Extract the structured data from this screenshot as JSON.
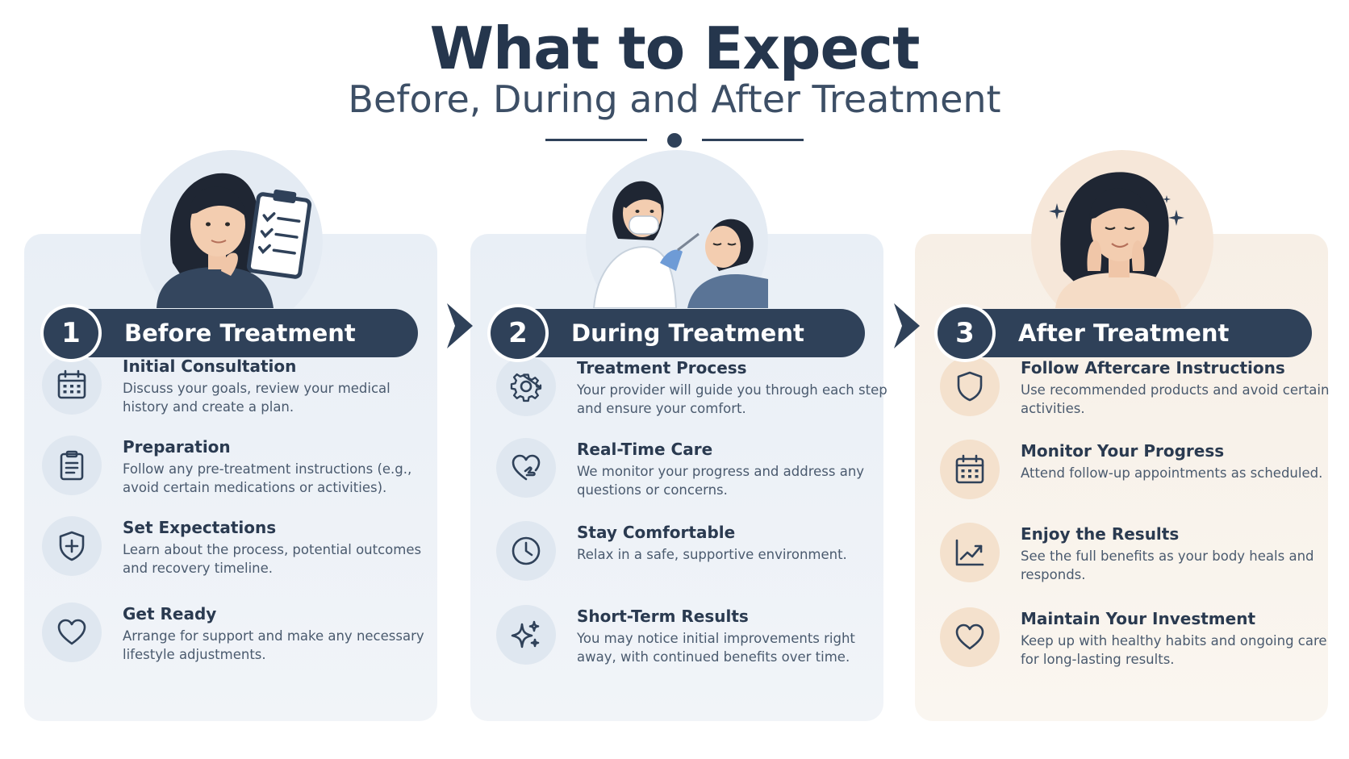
{
  "header": {
    "title": "What to Expect",
    "subtitle": "Before, During and After Treatment"
  },
  "colors": {
    "navy": "#2f4159",
    "card_blue": "#e9eff6",
    "card_peach": "#f7efe6",
    "icon_bg_blue": "#dfe7f0",
    "icon_bg_peach": "#f4e1cd"
  },
  "stages": [
    {
      "number": "1",
      "title": "Before Treatment",
      "items": [
        {
          "icon": "calendar-icon",
          "title": "Initial Consultation",
          "desc": "Discuss your goals, review your medical history and create a plan."
        },
        {
          "icon": "clipboard-icon",
          "title": "Preparation",
          "desc": "Follow any pre-treatment instructions (e.g., avoid certain medications or activities)."
        },
        {
          "icon": "shield-plus-icon",
          "title": "Set Expectations",
          "desc": "Learn about the process, potential outcomes and recovery timeline."
        },
        {
          "icon": "heart-icon",
          "title": "Get Ready",
          "desc": "Arrange for support and make any necessary lifestyle adjustments."
        }
      ]
    },
    {
      "number": "2",
      "title": "During Treatment",
      "items": [
        {
          "icon": "gear-icon",
          "title": "Treatment Process",
          "desc": "Your provider will guide you through each step and ensure your comfort."
        },
        {
          "icon": "heart-hand-icon",
          "title": "Real-Time Care",
          "desc": "We monitor your progress and address any questions or concerns."
        },
        {
          "icon": "clock-icon",
          "title": "Stay Comfortable",
          "desc": "Relax in a safe, supportive environment."
        },
        {
          "icon": "sparkle-icon",
          "title": "Short-Term Results",
          "desc": "You may notice initial improvements right away, with continued benefits over time."
        }
      ]
    },
    {
      "number": "3",
      "title": "After Treatment",
      "items": [
        {
          "icon": "shield-icon",
          "title": "Follow Aftercare Instructions",
          "desc": "Use recommended products and avoid certain activities."
        },
        {
          "icon": "calendar-icon",
          "title": "Monitor Your Progress",
          "desc": "Attend follow-up appointments as scheduled."
        },
        {
          "icon": "trend-up-icon",
          "title": "Enjoy the Results",
          "desc": "See the full benefits as your body heals and responds."
        },
        {
          "icon": "heart-icon",
          "title": "Maintain Your Investment",
          "desc": "Keep up with healthy habits and ongoing care for long-lasting results."
        }
      ]
    }
  ]
}
